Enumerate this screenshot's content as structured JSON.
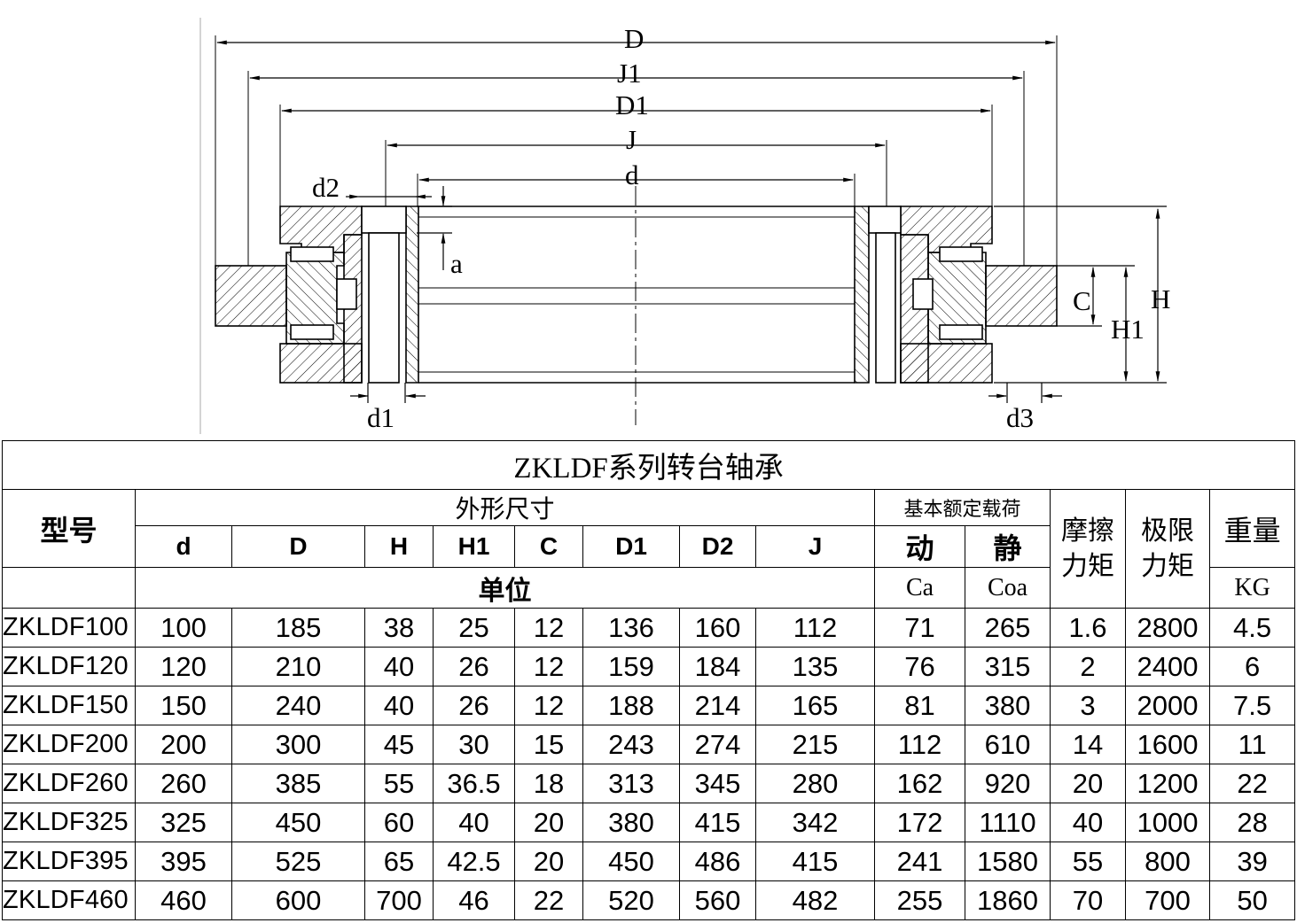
{
  "drawing": {
    "labels": {
      "D": "D",
      "J1": "J1",
      "D1": "D1",
      "J": "J",
      "d": "d",
      "d2": "d2",
      "a": "a",
      "C": "C",
      "H": "H",
      "H1": "H1",
      "d1": "d1",
      "d3": "d3"
    }
  },
  "table": {
    "title": "ZKLDF系列转台轴承",
    "model_header": "型号",
    "dims_group": "外形尺寸",
    "load_group": "基本额定载荷",
    "friction_header": "摩擦力矩",
    "limit_header": "极限力矩",
    "weight_header": "重量",
    "weight_unit": "KG",
    "unit_label": "单位",
    "dim_columns": [
      "d",
      "D",
      "H",
      "H1",
      "C",
      "D1",
      "D2",
      "J"
    ],
    "load_columns": [
      {
        "label": "动",
        "unit": "Ca"
      },
      {
        "label": "静",
        "unit": "Coa"
      }
    ],
    "rows": [
      [
        "ZKLDF100",
        "100",
        "185",
        "38",
        "25",
        "12",
        "136",
        "160",
        "112",
        "71",
        "265",
        "1.6",
        "2800",
        "4.5"
      ],
      [
        "ZKLDF120",
        "120",
        "210",
        "40",
        "26",
        "12",
        "159",
        "184",
        "135",
        "76",
        "315",
        "2",
        "2400",
        "6"
      ],
      [
        "ZKLDF150",
        "150",
        "240",
        "40",
        "26",
        "12",
        "188",
        "214",
        "165",
        "81",
        "380",
        "3",
        "2000",
        "7.5"
      ],
      [
        "ZKLDF200",
        "200",
        "300",
        "45",
        "30",
        "15",
        "243",
        "274",
        "215",
        "112",
        "610",
        "14",
        "1600",
        "11"
      ],
      [
        "ZKLDF260",
        "260",
        "385",
        "55",
        "36.5",
        "18",
        "313",
        "345",
        "280",
        "162",
        "920",
        "20",
        "1200",
        "22"
      ],
      [
        "ZKLDF325",
        "325",
        "450",
        "60",
        "40",
        "20",
        "380",
        "415",
        "342",
        "172",
        "1110",
        "40",
        "1000",
        "28"
      ],
      [
        "ZKLDF395",
        "395",
        "525",
        "65",
        "42.5",
        "20",
        "450",
        "486",
        "415",
        "241",
        "1580",
        "55",
        "800",
        "39"
      ],
      [
        "ZKLDF460",
        "460",
        "600",
        "700",
        "46",
        "22",
        "520",
        "560",
        "482",
        "255",
        "1860",
        "70",
        "700",
        "50"
      ]
    ]
  }
}
